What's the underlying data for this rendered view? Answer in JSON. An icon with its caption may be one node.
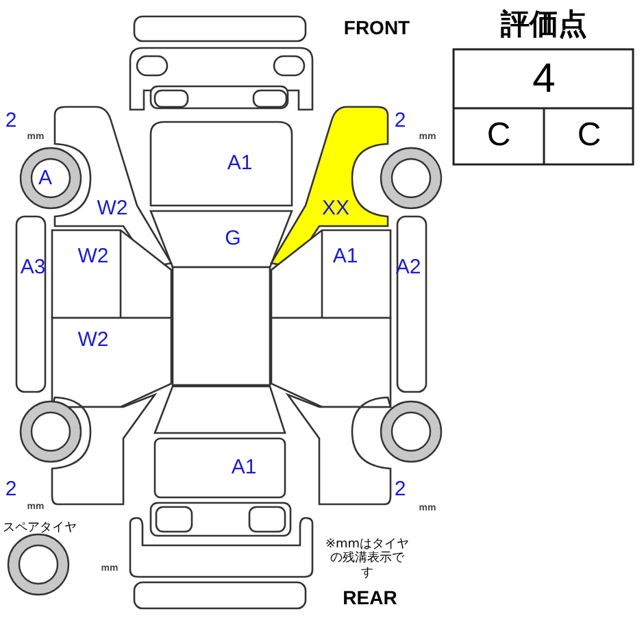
{
  "diagram": {
    "labels": [
      "FRONT",
      "評価点",
      "4",
      "C",
      "C",
      "2",
      "mm",
      "2",
      "mm",
      "A1",
      "A",
      "W2",
      "XX",
      "G",
      "W2",
      "A1",
      "A3",
      "A2",
      "W2",
      "A1",
      "2",
      "mm",
      "2",
      "mm",
      "スペアタイヤ",
      "※mmはタイヤの残溝表示です",
      "mm",
      "REAR"
    ]
  }
}
